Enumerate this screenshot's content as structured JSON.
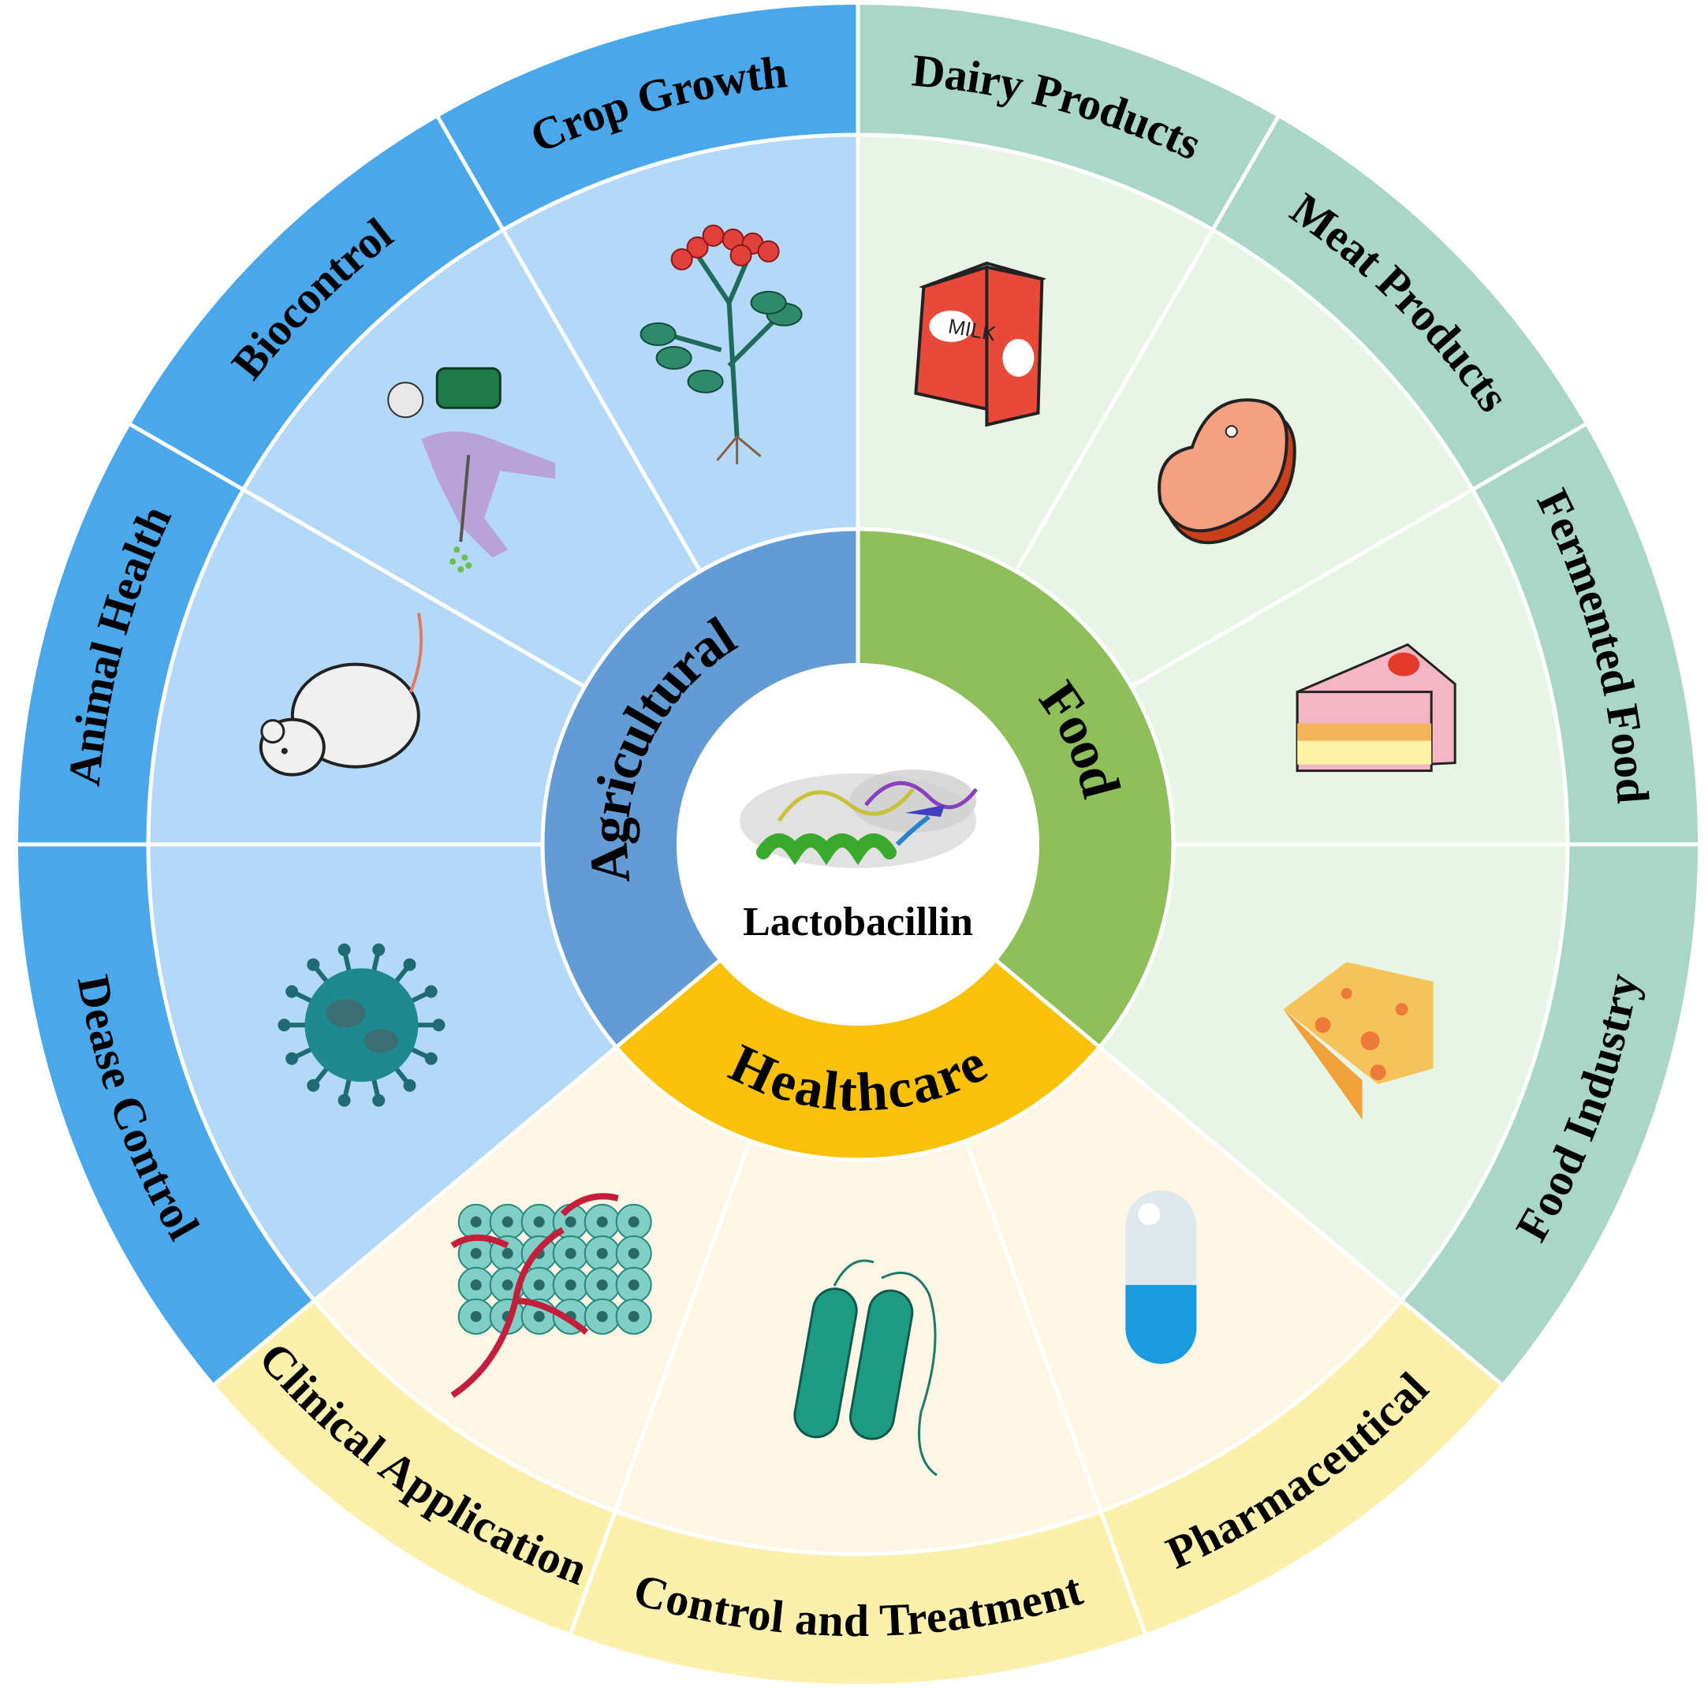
{
  "center": {
    "label": "Lactobacillin"
  },
  "colors": {
    "agri_outer": "#4aa8ea",
    "agri_inner": "#b4d8f8",
    "agri_mid": "#639bd4",
    "food_outer": "#a9d6c7",
    "food_inner": "#e7f6e4",
    "food_mid": "#8fbf5b",
    "health_outer": "#fbf0ac",
    "health_inner": "#fdf6e5",
    "health_mid": "#f9c10a"
  },
  "categories": [
    {
      "name": "Agricultural",
      "items": [
        "Crop Growth",
        "Biocontrol",
        "Animal Health",
        "Dease Control"
      ],
      "icons": [
        "plant-icon",
        "sprayer-icon",
        "mouse-icon",
        "virus-icon"
      ]
    },
    {
      "name": "Food",
      "items": [
        "Dairy Products",
        "Meat Products",
        "Fermented Food",
        "Food Industry"
      ],
      "icons": [
        "milk-carton-icon",
        "steak-icon",
        "cake-icon",
        "cheese-icon"
      ]
    },
    {
      "name": "Healthcare",
      "items": [
        "Clinical Application",
        "Control and Treatment",
        "Pharmaceutical"
      ],
      "icons": [
        "tumor-cells-icon",
        "bacteria-icon",
        "capsule-icon"
      ]
    }
  ],
  "milk_label": "MILK"
}
